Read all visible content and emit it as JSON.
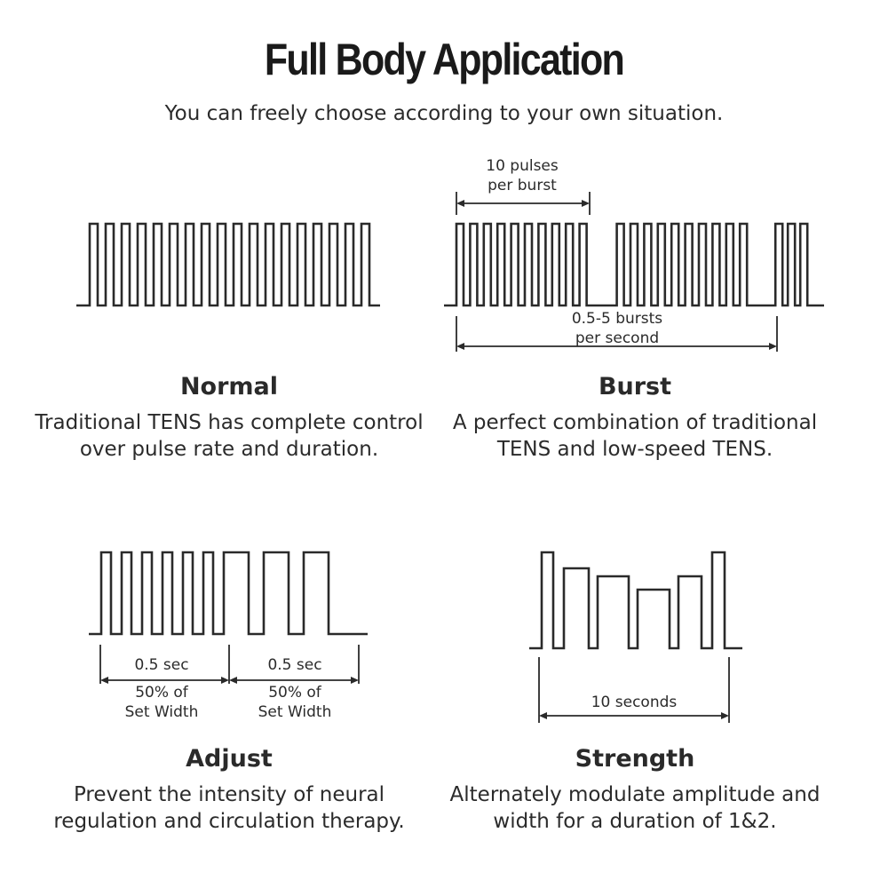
{
  "header": {
    "title": "Full Body Application",
    "subtitle": "You can freely choose according to your own situation."
  },
  "modes": [
    {
      "name": "Normal",
      "description": "Traditional TENS has complete control over pulse rate and duration.",
      "labels": []
    },
    {
      "name": "Burst",
      "description": "A perfect combination of traditional TENS and low-speed TENS.",
      "labels": [
        "10 pulses\nper burst",
        "0.5-5 bursts\nper second"
      ]
    },
    {
      "name": "Adjust",
      "description": "Prevent the intensity of neural regulation and circulation therapy.",
      "labels": [
        "0.5 sec",
        "50% of\nSet Width",
        "0.5 sec",
        "50% of\nSet Width"
      ]
    },
    {
      "name": "Strength",
      "description": "Alternately modulate amplitude and width for a duration of 1&2.",
      "labels": [
        "10 seconds"
      ]
    }
  ]
}
